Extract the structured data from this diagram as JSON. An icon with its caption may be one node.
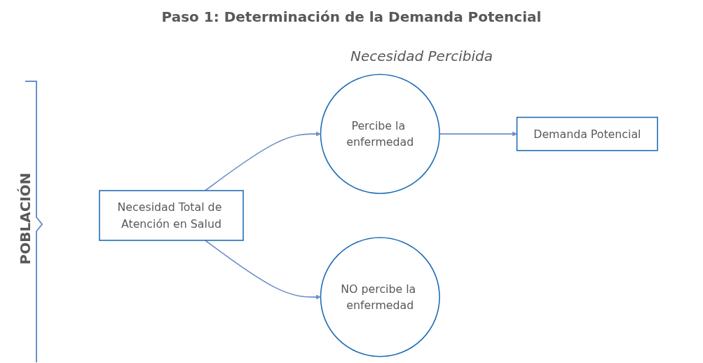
{
  "diagram": {
    "title": "Paso 1: Determinación de la Demanda Potencial",
    "nodes": [
      {
        "text": [
          "Necesidad Total de Atención en Salud"
        ]
      },
      {
        "text": [
          "Percibe la enfermedad"
        ]
      },
      {
        "text": [
          "NO percibe la enfermedad"
        ]
      },
      {
        "text": [
          "Demanda Potencial"
        ]
      }
    ],
    "edges": [
      {
        "from": 0,
        "to": 1,
        "arrow": "to"
      },
      {
        "from": 0,
        "to": 2,
        "arrow": "to"
      },
      {
        "from": 1,
        "to": 3,
        "arrow": "to"
      }
    ],
    "labels": [
      "Necesidad Percibida",
      "POBLACIÓN"
    ]
  }
}
